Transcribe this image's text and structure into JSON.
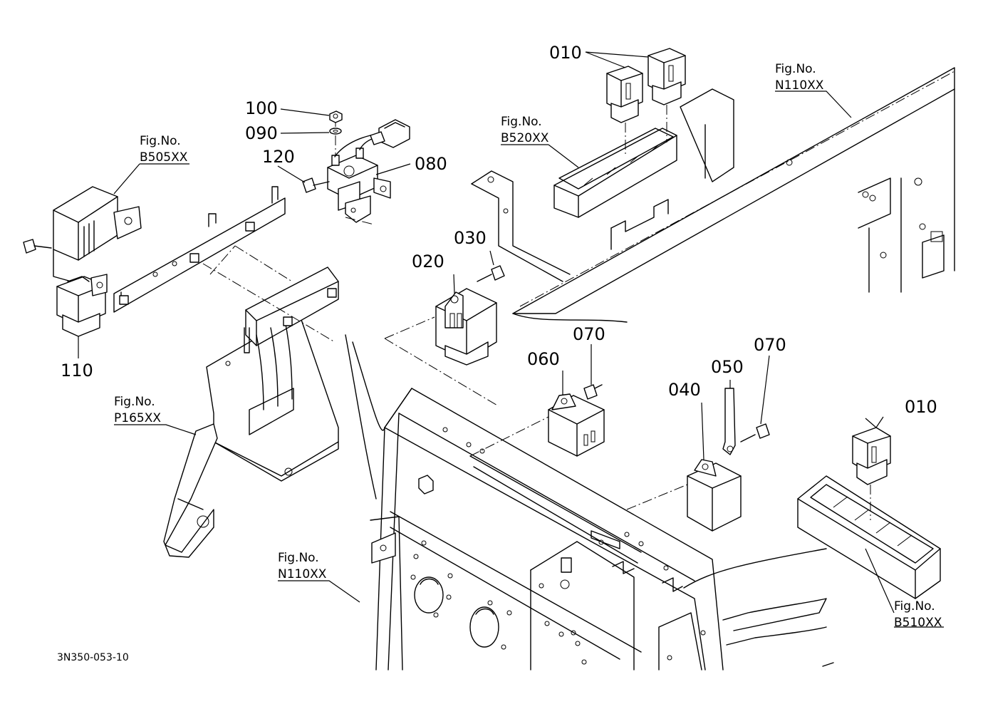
{
  "part_labels": {
    "p010a": "010",
    "p010b": "010",
    "p020": "020",
    "p030": "030",
    "p040": "040",
    "p050": "050",
    "p060": "060",
    "p070a": "070",
    "p070b": "070",
    "p080": "080",
    "p090": "090",
    "p100": "100",
    "p110": "110",
    "p120": "120"
  },
  "figure_refs": {
    "b505": {
      "line1": "Fig.No.",
      "line2": "B505XX"
    },
    "b520": {
      "line1": "Fig.No.",
      "line2": "B520XX"
    },
    "n110a": {
      "line1": "Fig.No.",
      "line2": "N110XX"
    },
    "p165": {
      "line1": "Fig.No.",
      "line2": "P165XX"
    },
    "n110b": {
      "line1": "Fig.No.",
      "line2": "N110XX"
    },
    "b510": {
      "line1": "Fig.No.",
      "line2": "B510XX"
    }
  },
  "drawing_code": "3N350-053-10"
}
